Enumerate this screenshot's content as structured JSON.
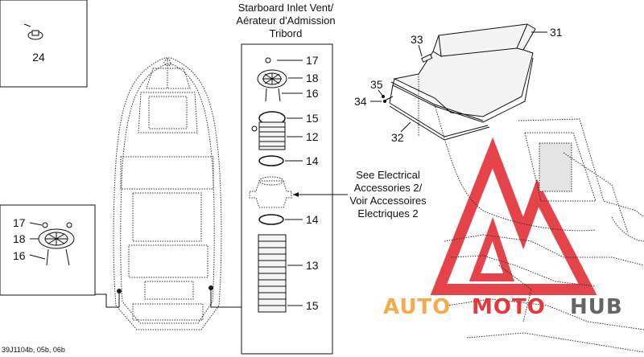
{
  "callouts": {
    "c24": "24",
    "c17a": "17",
    "c18a": "18",
    "c16a": "16",
    "c15a": "15",
    "c12": "12",
    "c14a": "14",
    "c14b": "14",
    "c13": "13",
    "c15b": "15",
    "c17b": "17",
    "c18b": "18",
    "c16b": "16",
    "c31": "31",
    "c33": "33",
    "c35": "35",
    "c34": "34",
    "c32": "32"
  },
  "panel_title": [
    "Starboard Inlet Vent/",
    "Aérateur d'Admission",
    "Tribord"
  ],
  "reference_note": [
    "See Electrical",
    "Accessories 2/",
    "Voir Accessoires",
    "Electriques 2"
  ],
  "figure_code": "39J1104b, 05b, 06b",
  "watermark": {
    "part1": "AUTO",
    "part2": "MOTO",
    "part3": "HUB"
  },
  "colors": {
    "watermark_red": "#e0242a",
    "watermark_orange": "#f2a33a",
    "watermark_gray": "#555555"
  }
}
